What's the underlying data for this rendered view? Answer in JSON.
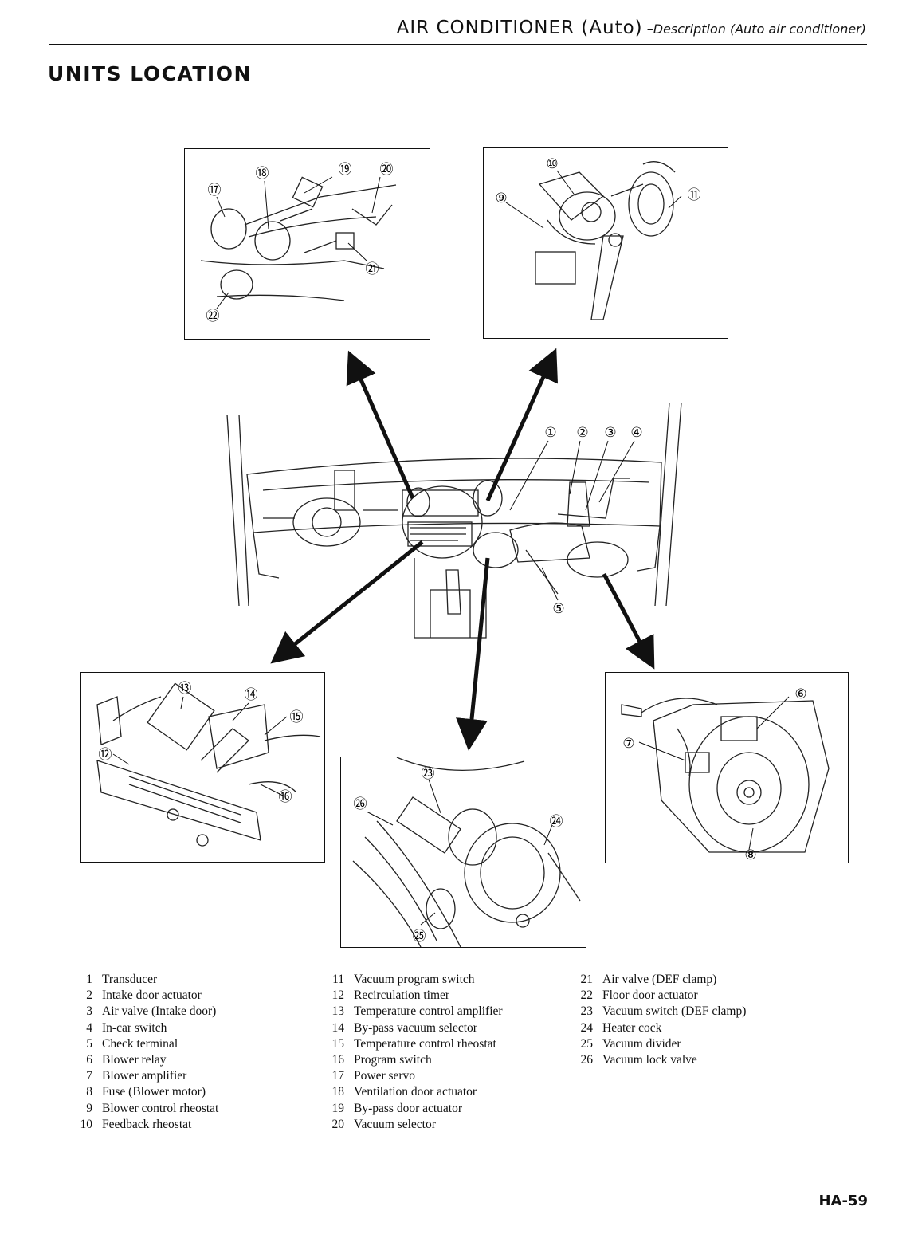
{
  "header": {
    "section": "AIR CONDITIONER (Auto)",
    "subsection": "–Description (Auto air conditioner)"
  },
  "title": "UNITS LOCATION",
  "callouts": {
    "panel_top_left": [
      "⑰",
      "⑱",
      "⑲",
      "⑳",
      "㉑",
      "㉒"
    ],
    "panel_top_right": [
      "⑨",
      "⑩",
      "⑪"
    ],
    "dashboard": [
      "①",
      "②",
      "③",
      "④",
      "⑤"
    ],
    "panel_bottom_left": [
      "⑫",
      "⑬",
      "⑭",
      "⑮",
      "⑯"
    ],
    "panel_bottom_center": [
      "㉓",
      "㉔",
      "㉕",
      "㉖"
    ],
    "panel_bottom_right": [
      "⑥",
      "⑦",
      "⑧"
    ]
  },
  "legend": {
    "col1": [
      {
        "num": "1",
        "label": "Transducer"
      },
      {
        "num": "2",
        "label": "Intake door actuator"
      },
      {
        "num": "3",
        "label": "Air valve (Intake door)"
      },
      {
        "num": "4",
        "label": "In-car switch"
      },
      {
        "num": "5",
        "label": "Check terminal"
      },
      {
        "num": "6",
        "label": "Blower relay"
      },
      {
        "num": "7",
        "label": "Blower amplifier"
      },
      {
        "num": "8",
        "label": "Fuse (Blower motor)"
      },
      {
        "num": "9",
        "label": "Blower control rheostat"
      },
      {
        "num": "10",
        "label": "Feedback rheostat"
      }
    ],
    "col2": [
      {
        "num": "11",
        "label": "Vacuum program switch"
      },
      {
        "num": "12",
        "label": "Recirculation timer"
      },
      {
        "num": "13",
        "label": "Temperature control amplifier"
      },
      {
        "num": "14",
        "label": "By-pass vacuum selector"
      },
      {
        "num": "15",
        "label": "Temperature control rheostat"
      },
      {
        "num": "16",
        "label": "Program switch"
      },
      {
        "num": "17",
        "label": "Power servo"
      },
      {
        "num": "18",
        "label": "Ventilation door actuator"
      },
      {
        "num": "19",
        "label": "By-pass door actuator"
      },
      {
        "num": "20",
        "label": "Vacuum selector"
      }
    ],
    "col3": [
      {
        "num": "21",
        "label": "Air valve (DEF clamp)"
      },
      {
        "num": "22",
        "label": "Floor door actuator"
      },
      {
        "num": "23",
        "label": "Vacuum switch (DEF clamp)"
      },
      {
        "num": "24",
        "label": "Heater cock"
      },
      {
        "num": "25",
        "label": "Vacuum divider"
      },
      {
        "num": "26",
        "label": "Vacuum lock valve"
      }
    ]
  },
  "page_number": "HA-59"
}
